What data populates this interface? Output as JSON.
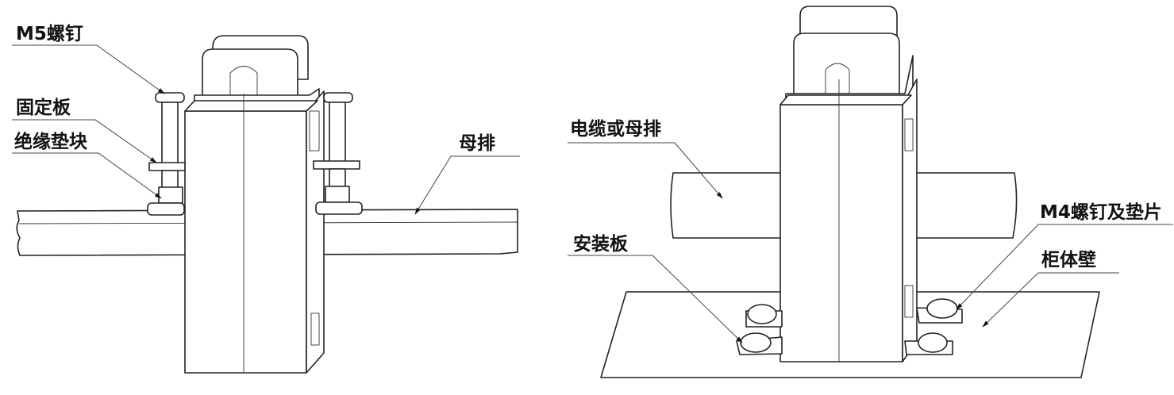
{
  "left_figure": {
    "labels": {
      "m5_screw": "M5螺钉",
      "fixing_plate": "固定板",
      "insulating_block": "绝缘垫块",
      "busbar": "母排"
    }
  },
  "right_figure": {
    "labels": {
      "cable_or_busbar": "电缆或母排",
      "mounting_plate": "安装板",
      "m4_screw_washer": "M4螺钉及垫片",
      "cabinet_wall": "柜体壁"
    }
  }
}
